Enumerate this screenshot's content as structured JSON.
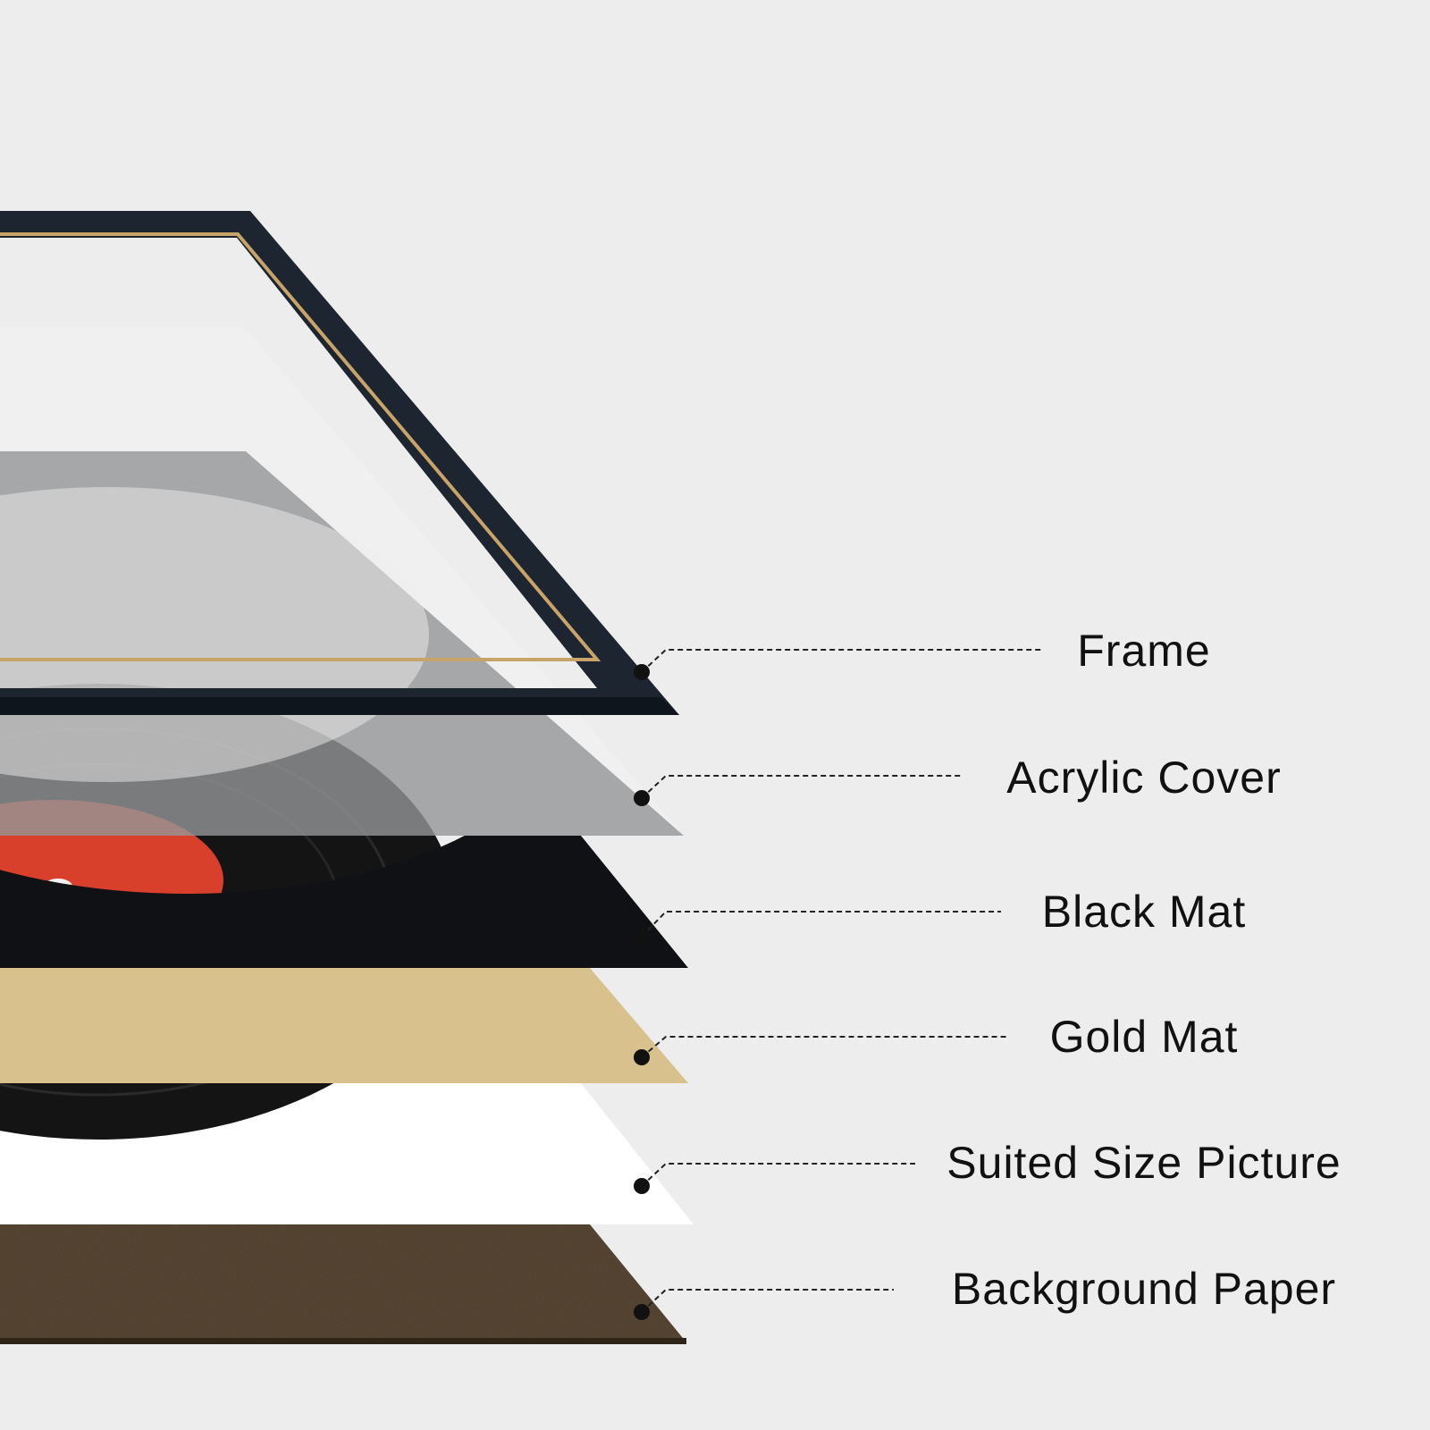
{
  "layers": {
    "frame": "Frame",
    "acrylic_cover": "Acrylic Cover",
    "black_mat": "Black Mat",
    "gold_mat": "Gold Mat",
    "picture": "Suited Size Picture",
    "background_paper": "Background Paper"
  },
  "colors": {
    "background": "#ededed",
    "frame": "#1c2530",
    "frame_accent": "#c9a469",
    "black_mat": "#0f1114",
    "gold_mat": "#d8c18c",
    "picture": "#ffffff",
    "background_paper": "#4a3a28",
    "record": "#141414",
    "record_label": "#d9402b"
  }
}
